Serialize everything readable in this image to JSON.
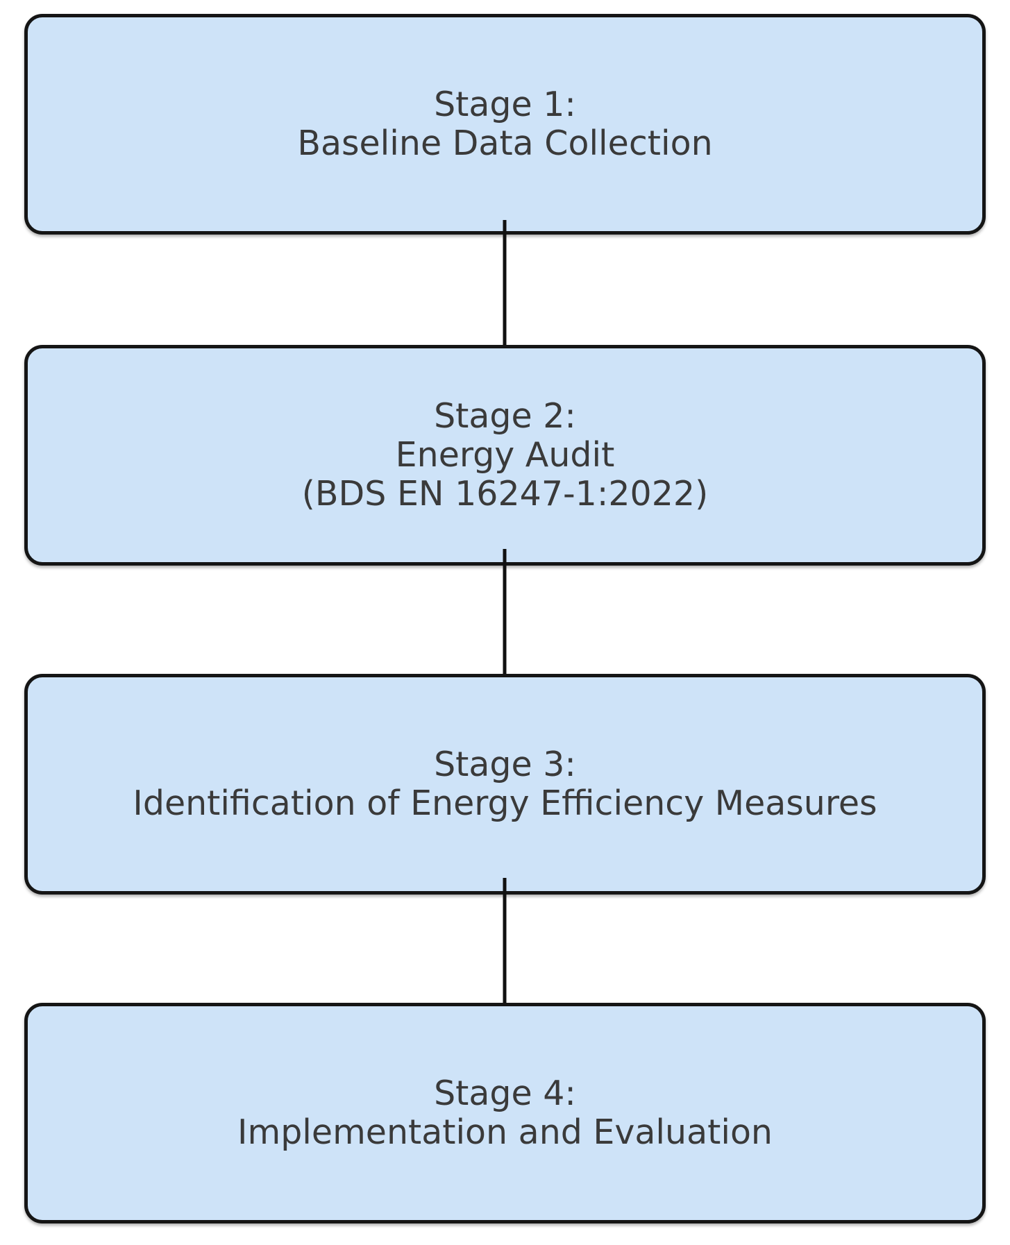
{
  "diagram": {
    "type": "flowchart",
    "direction": "top-down",
    "colors": {
      "background": "#ffffff",
      "box_fill": "#cee3f8",
      "box_border": "#151515",
      "text": "#3a3a3a",
      "arrow": "#111111"
    },
    "stages": [
      {
        "name": "stage-1",
        "lines": [
          "Stage 1:",
          "Baseline Data Collection"
        ]
      },
      {
        "name": "stage-2",
        "lines": [
          "Stage 2:",
          "Energy Audit",
          "(BDS EN 16247-1:2022)"
        ]
      },
      {
        "name": "stage-3",
        "lines": [
          "Stage 3:",
          "Identification of Energy Efficiency Measures"
        ]
      },
      {
        "name": "stage-4",
        "lines": [
          "Stage 4:",
          "Implementation and Evaluation"
        ]
      }
    ],
    "connections": [
      {
        "from": "stage-1",
        "to": "stage-2"
      },
      {
        "from": "stage-2",
        "to": "stage-3"
      },
      {
        "from": "stage-3",
        "to": "stage-4"
      }
    ]
  }
}
